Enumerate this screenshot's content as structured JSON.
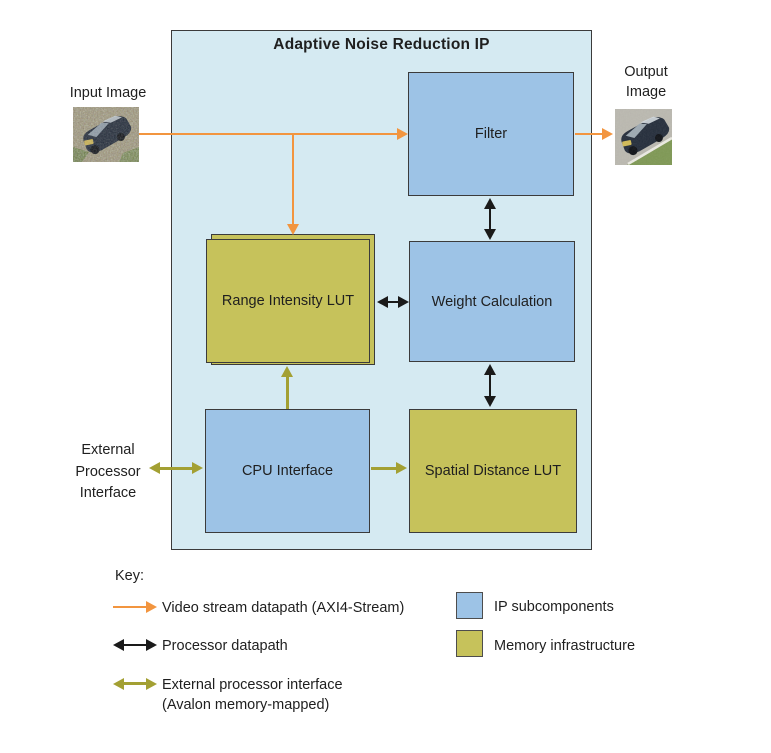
{
  "diagram": {
    "title": "Adaptive Noise Reduction IP",
    "blocks": {
      "filter": "Filter",
      "range_lut": "Range Intensity LUT",
      "weight_calc": "Weight Calculation",
      "cpu_interface": "CPU Interface",
      "spatial_lut": "Spatial Distance LUT"
    },
    "io": {
      "input_label": "Input Image",
      "output_label_line1": "Output",
      "output_label_line2": "Image",
      "external_label_line1": "External",
      "external_label_line2": "Processor",
      "external_label_line3": "Interface"
    }
  },
  "key": {
    "heading": "Key:",
    "entries": [
      {
        "arrow": "orange-single-arrow",
        "label": "Video stream datapath (AXI4-Stream)"
      },
      {
        "arrow": "black-double-arrow",
        "label": "Processor datapath"
      },
      {
        "arrow": "olive-double-arrow",
        "label": "External processor interface",
        "label2": "(Avalon memory-mapped)"
      }
    ],
    "swatches": [
      {
        "swatch": "blue",
        "label": "IP subcomponents"
      },
      {
        "swatch": "olive",
        "label": "Memory infrastructure"
      }
    ]
  },
  "colors": {
    "container_fill": "#D5EAF2",
    "ip_block": "#9DC3E6",
    "memory_block": "#C6C25B",
    "video_arrow": "#F2953F",
    "processor_arrow": "#1A1A1A",
    "external_arrow": "#A3A033"
  }
}
